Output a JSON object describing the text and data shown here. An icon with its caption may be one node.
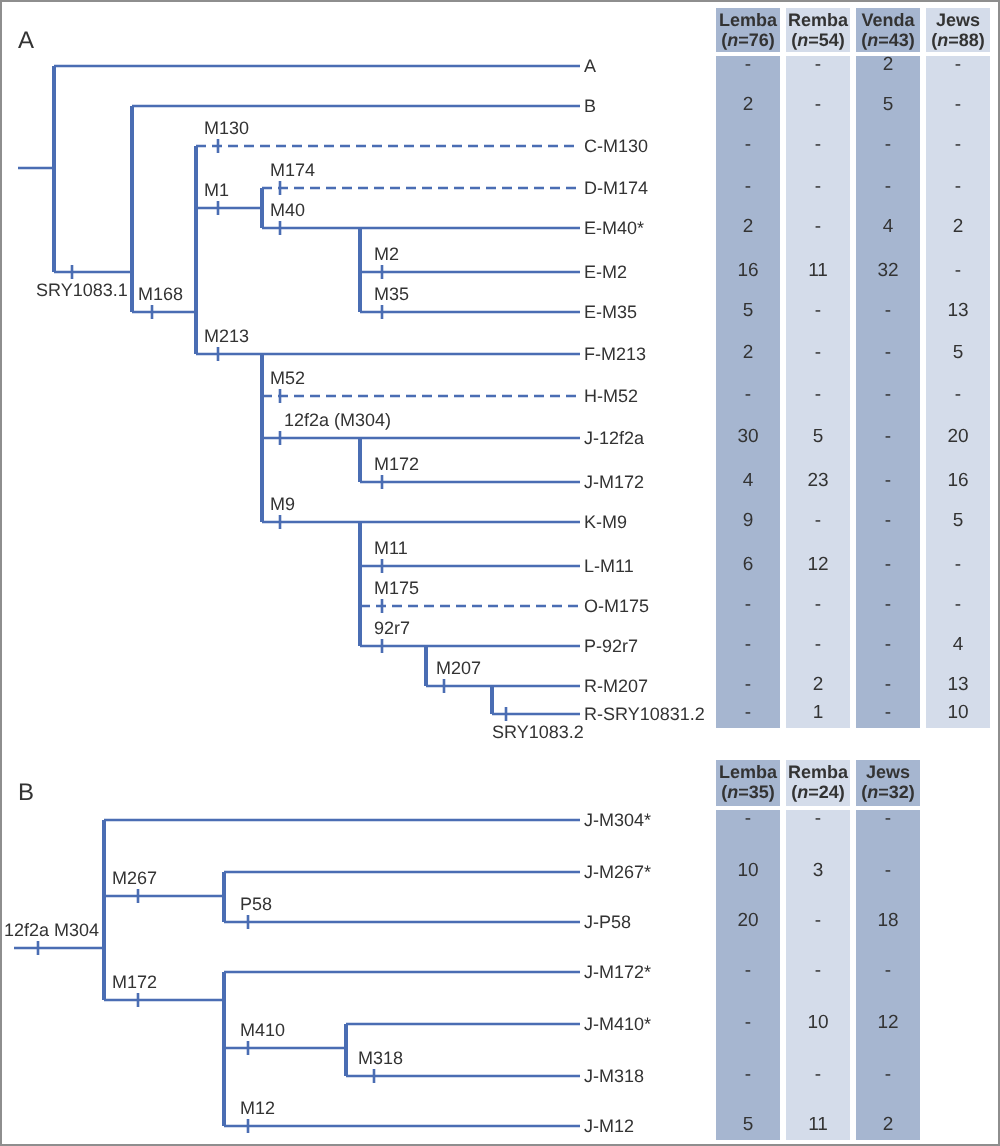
{
  "diagram": {
    "nodes": [
      {
        "text": [],
        "shape": "bar"
      },
      {
        "text": [
          "A"
        ]
      },
      {
        "text": [],
        "shape": "bar"
      },
      {
        "text": [
          "B"
        ]
      },
      {
        "text": [],
        "shape": "bar"
      },
      {
        "text": [
          "C-M130"
        ]
      },
      {
        "text": [],
        "shape": "bar"
      },
      {
        "text": [
          "D-M174"
        ]
      },
      {
        "text": [],
        "shape": "bar"
      },
      {
        "text": [
          "E-M40*"
        ]
      },
      {
        "text": [
          "E-M2"
        ]
      },
      {
        "text": [
          "E-M35"
        ]
      },
      {
        "text": [],
        "shape": "bar"
      },
      {
        "text": [
          "F-M213"
        ]
      },
      {
        "text": [
          "H-M52"
        ]
      },
      {
        "text": [],
        "shape": "bar"
      },
      {
        "text": [
          "J-12f2a"
        ]
      },
      {
        "text": [
          "J-M172"
        ]
      },
      {
        "text": [],
        "shape": "bar"
      },
      {
        "text": [
          "K-M9"
        ]
      },
      {
        "text": [
          "L-M11"
        ]
      },
      {
        "text": [
          "O-M175"
        ]
      },
      {
        "text": [],
        "shape": "bar"
      },
      {
        "text": [
          "P-92r7"
        ]
      },
      {
        "text": [],
        "shape": "bar"
      },
      {
        "text": [
          "R-M207"
        ]
      },
      {
        "text": [
          "R-SRY10831.2"
        ]
      },
      {
        "text": [],
        "shape": "bar"
      },
      {
        "text": [
          "J-M304*"
        ]
      },
      {
        "text": [],
        "shape": "bar"
      },
      {
        "text": [
          "J-M267*"
        ]
      },
      {
        "text": [
          "J-P58"
        ]
      },
      {
        "text": [],
        "shape": "bar"
      },
      {
        "text": [
          "J-M172*"
        ]
      },
      {
        "text": [],
        "shape": "bar"
      },
      {
        "text": [
          "J-M410*"
        ]
      },
      {
        "text": [
          "J-M318"
        ]
      },
      {
        "text": [
          "J-M12"
        ]
      }
    ],
    "edges": [
      {
        "from": null,
        "to": 0,
        "arrow": "none"
      },
      {
        "from": 0,
        "to": 1,
        "arrow": "none"
      },
      {
        "from": 0,
        "to": 2,
        "arrow": "none",
        "label": "SRY1083.1"
      },
      {
        "from": 2,
        "to": 3,
        "arrow": "none"
      },
      {
        "from": 2,
        "to": 4,
        "arrow": "none",
        "label": "M168"
      },
      {
        "from": 4,
        "to": 5,
        "arrow": "none",
        "label": "M130",
        "style": "dashed"
      },
      {
        "from": 4,
        "to": 6,
        "arrow": "none",
        "label": "M1"
      },
      {
        "from": 6,
        "to": 7,
        "arrow": "none",
        "label": "M174",
        "style": "dashed"
      },
      {
        "from": 6,
        "to": 8,
        "arrow": "none",
        "label": "M40"
      },
      {
        "from": 8,
        "to": 9,
        "arrow": "none"
      },
      {
        "from": 8,
        "to": 10,
        "arrow": "none",
        "label": "M2"
      },
      {
        "from": 8,
        "to": 11,
        "arrow": "none",
        "label": "M35"
      },
      {
        "from": 4,
        "to": 12,
        "arrow": "none",
        "label": "M213"
      },
      {
        "from": 12,
        "to": 13,
        "arrow": "none"
      },
      {
        "from": 12,
        "to": 14,
        "arrow": "none",
        "label": "M52",
        "style": "dashed"
      },
      {
        "from": 12,
        "to": 15,
        "arrow": "none",
        "label": "12f2a (M304)"
      },
      {
        "from": 15,
        "to": 16,
        "arrow": "none"
      },
      {
        "from": 15,
        "to": 17,
        "arrow": "none",
        "label": "M172"
      },
      {
        "from": 12,
        "to": 18,
        "arrow": "none",
        "label": "M9"
      },
      {
        "from": 18,
        "to": 19,
        "arrow": "none"
      },
      {
        "from": 18,
        "to": 20,
        "arrow": "none",
        "label": "M11"
      },
      {
        "from": 18,
        "to": 21,
        "arrow": "none",
        "label": "M175",
        "style": "dashed"
      },
      {
        "from": 18,
        "to": 22,
        "arrow": "none",
        "label": "92r7"
      },
      {
        "from": 22,
        "to": 23,
        "arrow": "none"
      },
      {
        "from": 22,
        "to": 24,
        "arrow": "none",
        "label": "M207"
      },
      {
        "from": 24,
        "to": 25,
        "arrow": "none"
      },
      {
        "from": 24,
        "to": 26,
        "arrow": "none",
        "label": "SRY1083.2"
      },
      {
        "from": null,
        "to": 27,
        "arrow": "none",
        "label": "12f2a M304"
      },
      {
        "from": 27,
        "to": 28,
        "arrow": "none"
      },
      {
        "from": 27,
        "to": 29,
        "arrow": "none",
        "label": "M267"
      },
      {
        "from": 29,
        "to": 30,
        "arrow": "none"
      },
      {
        "from": 29,
        "to": 31,
        "arrow": "none",
        "label": "P58"
      },
      {
        "from": 27,
        "to": 32,
        "arrow": "none",
        "label": "M172"
      },
      {
        "from": 32,
        "to": 33,
        "arrow": "none"
      },
      {
        "from": 32,
        "to": 34,
        "arrow": "none",
        "label": "M410"
      },
      {
        "from": 34,
        "to": 35,
        "arrow": "none"
      },
      {
        "from": 34,
        "to": 36,
        "arrow": "none",
        "label": "M318"
      },
      {
        "from": 32,
        "to": 37,
        "arrow": "none",
        "label": "M12"
      }
    ],
    "labels": [
      "A",
      "Lemba (*n*=76)",
      "Remba (*n*=54)",
      "Venda (*n*=43)",
      "Jews (*n*=88)",
      "-",
      "-",
      "2",
      "-",
      "2",
      "-",
      "5",
      "-",
      "-",
      "-",
      "-",
      "-",
      "-",
      "-",
      "-",
      "-",
      "2",
      "-",
      "4",
      "2",
      "16",
      "11",
      "32",
      "-",
      "5",
      "-",
      "-",
      "13",
      "2",
      "-",
      "-",
      "5",
      "-",
      "-",
      "-",
      "-",
      "30",
      "5",
      "-",
      "20",
      "4",
      "23",
      "-",
      "16",
      "9",
      "-",
      "-",
      "5",
      "6",
      "12",
      "-",
      "-",
      "-",
      "-",
      "-",
      "-",
      "-",
      "-",
      "-",
      "4",
      "-",
      "2",
      "-",
      "13",
      "-",
      "1",
      "-",
      "10",
      "B",
      "Lemba (*n*=35)",
      "Remba (*n*=24)",
      "Jews (*n*=32)",
      "-",
      "-",
      "-",
      "10",
      "3",
      "-",
      "20",
      "-",
      "18",
      "-",
      "-",
      "-",
      "-",
      "10",
      "12",
      "-",
      "-",
      "-",
      "5",
      "11",
      "2"
    ]
  }
}
